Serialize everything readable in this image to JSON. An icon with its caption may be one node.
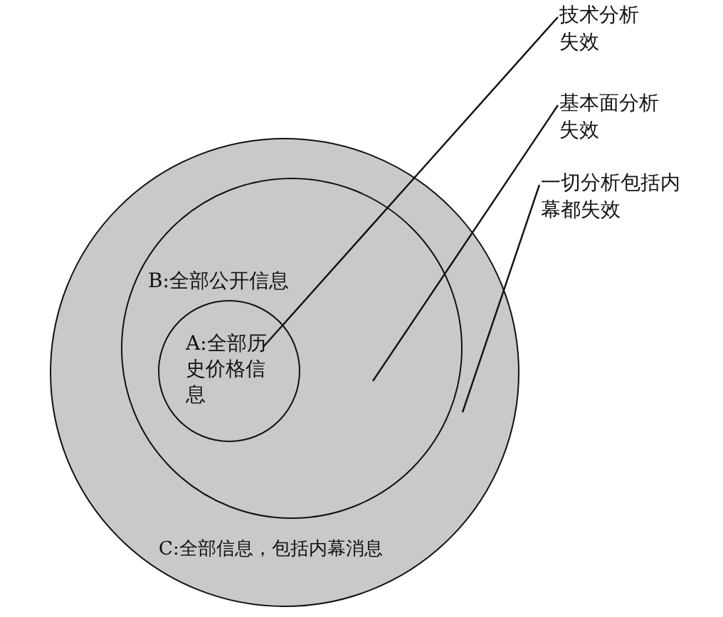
{
  "diagram": {
    "nodes": [
      {
        "text": [
          "C:全部信息，包括内幕消息"
        ]
      },
      {
        "text": [
          "B:全部公开信息"
        ],
        "in": 0
      },
      {
        "text": [
          "A:全部历史价格信息"
        ],
        "in": 1
      },
      {
        "text": [
          "技术分析失效"
        ]
      },
      {
        "text": [
          "基本面分析失效"
        ]
      },
      {
        "text": [
          "一切分析包括内幕都失效"
        ]
      }
    ],
    "edges": [
      {
        "from": 3,
        "to": 2,
        "arrow": "none"
      },
      {
        "from": 4,
        "to": 1,
        "arrow": "none"
      },
      {
        "from": 5,
        "to": 0,
        "arrow": "none"
      }
    ]
  }
}
